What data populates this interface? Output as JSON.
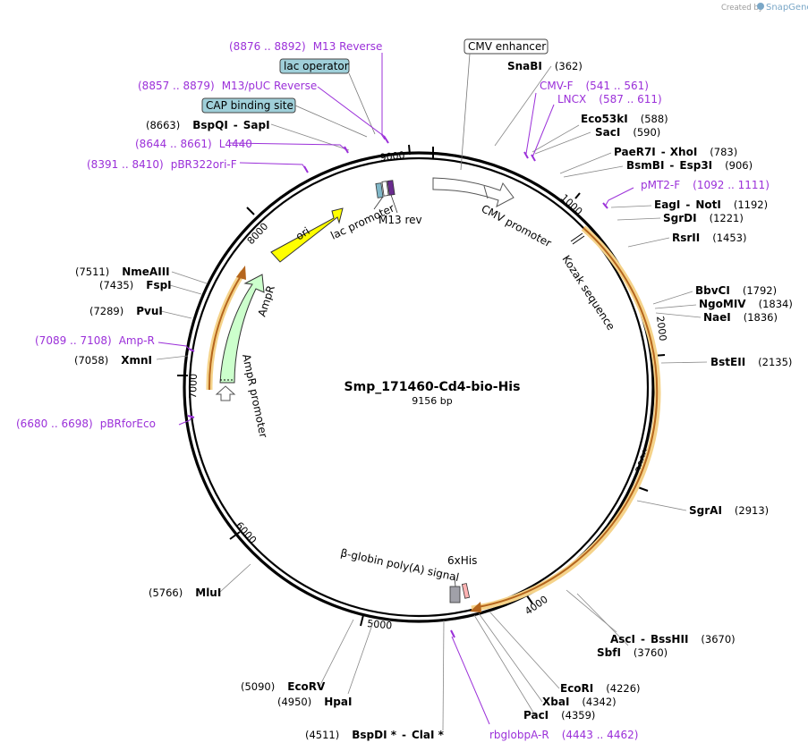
{
  "plasmid": {
    "name": "Smp_171460-Cd4-bio-His",
    "size_label": "9156 bp",
    "length": 9156
  },
  "brand": {
    "created_by": "Created by",
    "product": "SnapGene"
  },
  "ticks": [
    "1000",
    "2000",
    "3000",
    "4000",
    "5000",
    "6000",
    "7000",
    "8000",
    "9000"
  ],
  "enzymes": [
    {
      "name": "SnaBI",
      "pos": "(362)"
    },
    {
      "name": "Eco53kI",
      "pos": "(588)"
    },
    {
      "name": "SacI",
      "pos": "(590)"
    },
    {
      "name": "PaeR7I",
      "name2": "XhoI",
      "pos": "(783)"
    },
    {
      "name": "BsmBI",
      "name2": "Esp3I",
      "pos": "(906)"
    },
    {
      "name": "EagI",
      "name2": "NotI",
      "pos": "(1192)"
    },
    {
      "name": "SgrDI",
      "pos": "(1221)"
    },
    {
      "name": "RsrII",
      "pos": "(1453)"
    },
    {
      "name": "BbvCI",
      "pos": "(1792)"
    },
    {
      "name": "NgoMIV",
      "pos": "(1834)"
    },
    {
      "name": "NaeI",
      "pos": "(1836)"
    },
    {
      "name": "BstEII",
      "pos": "(2135)"
    },
    {
      "name": "SgrAI",
      "pos": "(2913)"
    },
    {
      "name": "AscI",
      "name2": "BssHII",
      "pos": "(3670)"
    },
    {
      "name": "SbfI",
      "pos": "(3760)"
    },
    {
      "name": "EcoRI",
      "pos": "(4226)"
    },
    {
      "name": "XbaI",
      "pos": "(4342)"
    },
    {
      "name": "PacI",
      "pos": "(4359)"
    },
    {
      "name": "BspDI *",
      "name2": "ClaI *",
      "pos": "(4511)"
    },
    {
      "name": "HpaI",
      "pos": "(4950)"
    },
    {
      "name": "EcoRV",
      "pos": "(5090)"
    },
    {
      "name": "MluI",
      "pos": "(5766)"
    },
    {
      "name": "XmnI",
      "pos": "(7058)"
    },
    {
      "name": "PvuI",
      "pos": "(7289)"
    },
    {
      "name": "FspI",
      "pos": "(7435)"
    },
    {
      "name": "NmeAIII",
      "pos": "(7511)"
    },
    {
      "name": "BspQI",
      "name2": "SapI",
      "pos": "(8663)"
    }
  ],
  "primers": [
    {
      "name": "M13 Reverse",
      "range": "(8876 .. 8892)"
    },
    {
      "name": "M13/pUC Reverse",
      "range": "(8857 .. 8879)"
    },
    {
      "name": "L4440",
      "range": "(8644 .. 8661)"
    },
    {
      "name": "pBR322ori-F",
      "range": "(8391 .. 8410)"
    },
    {
      "name": "CMV-F",
      "range": "(541 .. 561)"
    },
    {
      "name": "LNCX",
      "range": "(587 .. 611)"
    },
    {
      "name": "pMT2-F",
      "range": "(1092 .. 1111)"
    },
    {
      "name": "Amp-R",
      "range": "(7089 .. 7108)"
    },
    {
      "name": "pBRforEco",
      "range": "(6680 .. 6698)"
    },
    {
      "name": "rbglobpA-R",
      "range": "(4443 .. 4462)"
    }
  ],
  "boxed_features": {
    "cmv_enhancer": "CMV enhancer",
    "lac_operator": "lac operator",
    "cap_binding_site": "CAP binding site"
  },
  "features": {
    "cmv_promoter": "CMV promoter",
    "kozak": "Kozak sequence",
    "ori": "ori",
    "ampr": "AmpR",
    "ampr_promoter": "AmpR promoter",
    "lac_promoter": "lac promoter",
    "m13_rev": "M13 rev",
    "his": "6xHis",
    "polya": "β-globin poly(A) signal"
  },
  "colors": {
    "primer": "#9b30d9",
    "ori": "#ffff00",
    "ampr": "#ccffcc",
    "orf_highlight": "#f5d38a",
    "orf_arrow": "#b5651d",
    "boxed_feature": "#9fcfd9"
  }
}
